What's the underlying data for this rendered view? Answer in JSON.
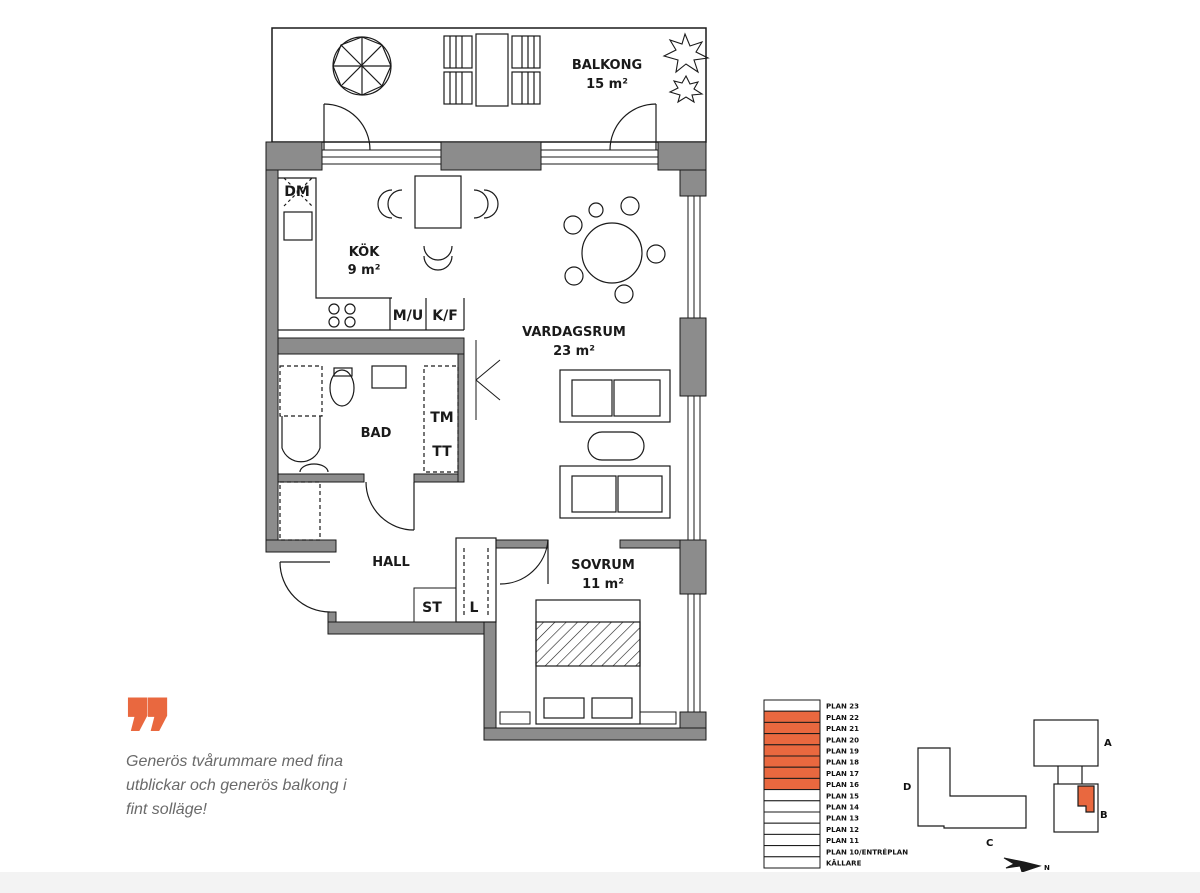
{
  "rooms": {
    "balcony": {
      "name": "BALKONG",
      "area": "15 m²"
    },
    "kitchen": {
      "name": "KÖK",
      "area": "9 m²"
    },
    "living": {
      "name": "VARDAGSRUM",
      "area": "23 m²"
    },
    "bath": {
      "name": "BAD"
    },
    "hall": {
      "name": "HALL"
    },
    "bedroom": {
      "name": "SOVRUM",
      "area": "11 m²"
    }
  },
  "fixtures": {
    "dm": "DM",
    "mu": "M/U",
    "kf": "K/F",
    "tm": "TM",
    "tt": "TT",
    "st": "ST",
    "l": "L"
  },
  "quote": {
    "mark": "❞",
    "lines": [
      "Generös tvårummare med fina",
      "utblickar och generös balkong i",
      "fint solläge!"
    ]
  },
  "floors": {
    "labels": [
      "PLAN 23",
      "PLAN 22",
      "PLAN 21",
      "PLAN 20",
      "PLAN 19",
      "PLAN 18",
      "PLAN 17",
      "PLAN 16",
      "PLAN 15",
      "PLAN 14",
      "PLAN 13",
      "PLAN 12",
      "PLAN 11",
      "PLAN 10/ENTRÉPLAN",
      "KÄLLARE"
    ],
    "highlighted": [
      "PLAN 22",
      "PLAN 21",
      "PLAN 20",
      "PLAN 19",
      "PLAN 18",
      "PLAN 17",
      "PLAN 16"
    ]
  },
  "site": {
    "buildings": {
      "a": "A",
      "b": "B",
      "c": "C",
      "d": "D"
    },
    "north": "N"
  },
  "colors": {
    "accent": "#e9683f",
    "wall": "#8c8c8c",
    "line": "#1a1a1a"
  }
}
